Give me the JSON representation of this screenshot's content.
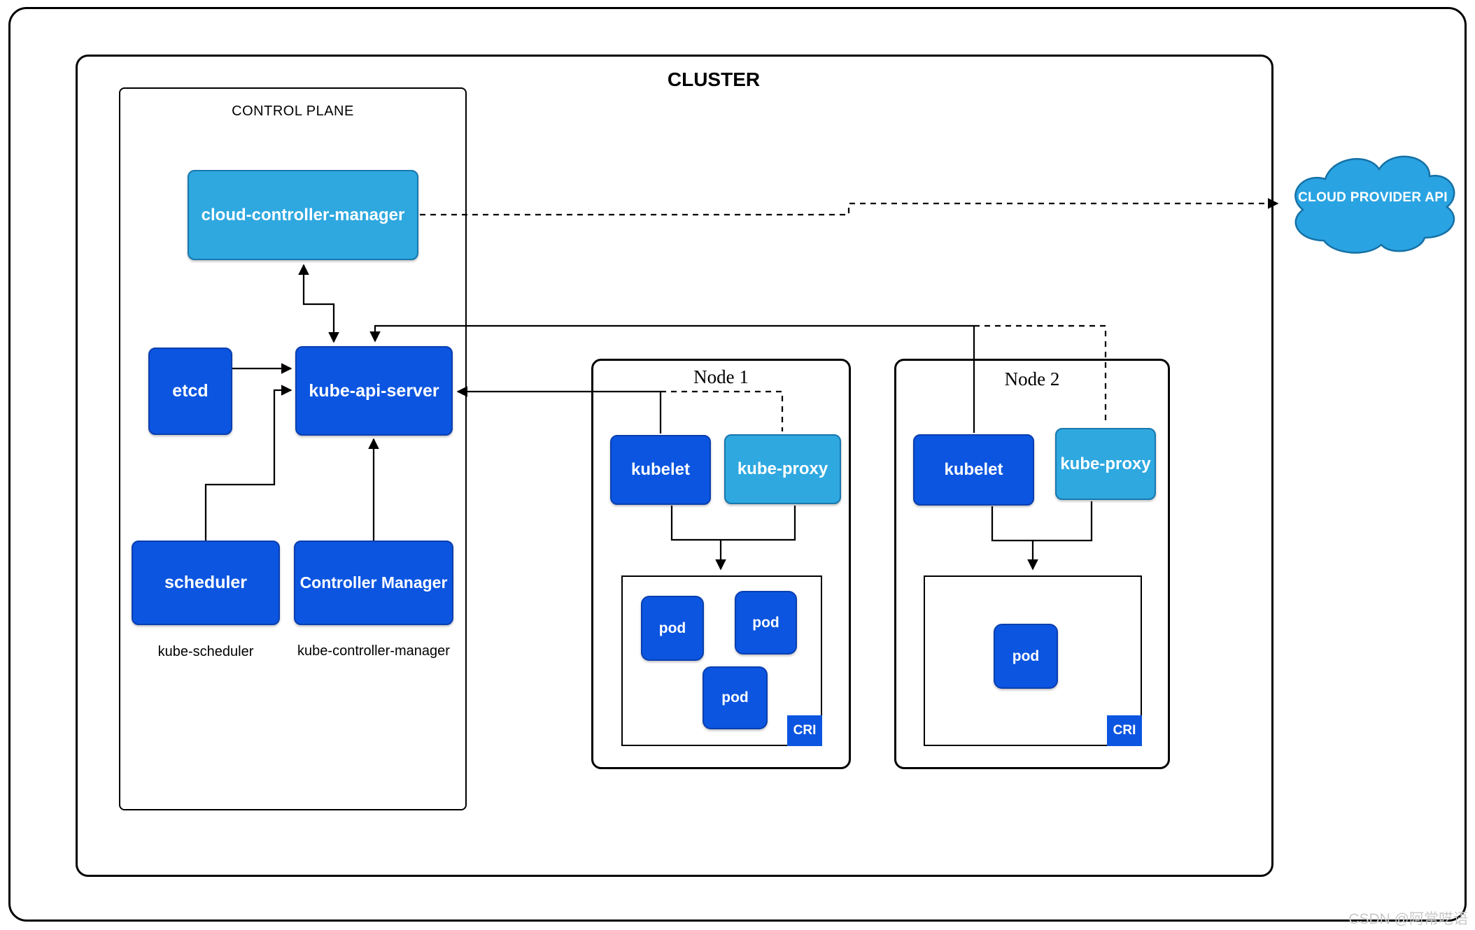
{
  "colors": {
    "dark_blue": "#0b55e0",
    "dark_blue_border": "#0a3fb0",
    "light_blue": "#2fa8e0",
    "light_blue_border": "#1878ae",
    "cloud_fill": "#2aa3e2",
    "cloud_border": "#1671a5",
    "line": "#000000",
    "watermark": "#c9c9c9"
  },
  "cluster": {
    "label": "CLUSTER"
  },
  "control_plane": {
    "label": "CONTROL PLANE",
    "cloud_controller_manager": "cloud-controller-manager",
    "etcd": "etcd",
    "kube_api_server": "kube-api-server",
    "scheduler": "scheduler",
    "scheduler_sub": "kube-scheduler",
    "controller_manager": "Controller Manager",
    "controller_manager_sub": "kube-controller-manager"
  },
  "nodes": [
    {
      "title": "Node 1",
      "kubelet": "kubelet",
      "kube_proxy": "kube-proxy",
      "cri": "CRI",
      "pods": [
        "pod",
        "pod",
        "pod"
      ]
    },
    {
      "title": "Node 2",
      "kubelet": "kubelet",
      "kube_proxy": "kube-proxy",
      "cri": "CRI",
      "pods": [
        "pod"
      ]
    }
  ],
  "cloud": {
    "label": "CLOUD PROVIDER API"
  },
  "watermark": "CSDN @阿常呓语"
}
